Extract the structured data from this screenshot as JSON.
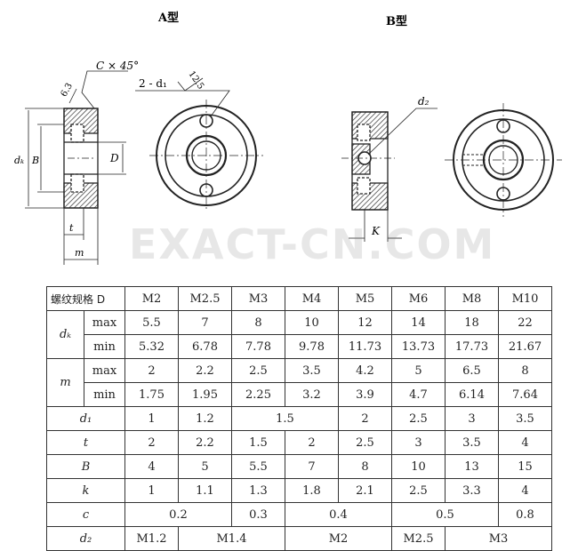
{
  "drawing": {
    "type_a_label": "A型",
    "type_b_label": "B型",
    "chamfer_label": "C × 45°",
    "roughness_63": "6.3",
    "holes_label": "2 - d₁",
    "roughness_125": "12.5",
    "dim_dk": "dₖ",
    "dim_B": "B",
    "dim_D": "D",
    "dim_t": "t",
    "dim_m": "m",
    "dim_d2": "d₂",
    "dim_K": "K",
    "watermark": "EXACT-CN.COM"
  },
  "table": {
    "header": {
      "label": "螺纹规格 D",
      "sizes": [
        "M2",
        "M2.5",
        "M3",
        "M4",
        "M5",
        "M6",
        "M8",
        "M10"
      ]
    },
    "dk": {
      "label": "dₖ",
      "max_label": "max",
      "max": [
        "5.5",
        "7",
        "8",
        "10",
        "12",
        "14",
        "18",
        "22"
      ],
      "min_label": "min",
      "min": [
        "5.32",
        "6.78",
        "7.78",
        "9.78",
        "11.73",
        "13.73",
        "17.73",
        "21.67"
      ]
    },
    "m": {
      "label": "m",
      "max_label": "max",
      "max": [
        "2",
        "2.2",
        "2.5",
        "3.5",
        "4.2",
        "5",
        "6.5",
        "8"
      ],
      "min_label": "min",
      "min": [
        "1.75",
        "1.95",
        "2.25",
        "3.2",
        "3.9",
        "4.7",
        "6.14",
        "7.64"
      ]
    },
    "d1": {
      "label": "d₁",
      "values": [
        "1",
        "1.2",
        "1.5",
        "2",
        "2.5",
        "3",
        "3.5"
      ]
    },
    "t": {
      "label": "t",
      "values": [
        "2",
        "2.2",
        "1.5",
        "2",
        "2.5",
        "3",
        "3.5",
        "4"
      ]
    },
    "B": {
      "label": "B",
      "values": [
        "4",
        "5",
        "5.5",
        "7",
        "8",
        "10",
        "13",
        "15"
      ]
    },
    "k": {
      "label": "k",
      "values": [
        "1",
        "1.1",
        "1.3",
        "1.8",
        "2.1",
        "2.5",
        "3.3",
        "4"
      ]
    },
    "c": {
      "label": "c",
      "values": [
        "0.2",
        "0.3",
        "0.4",
        "0.5",
        "0.8"
      ]
    },
    "d2": {
      "label": "d₂",
      "values": [
        "M1.2",
        "M1.4",
        "M2",
        "M2.5",
        "M3"
      ]
    }
  }
}
